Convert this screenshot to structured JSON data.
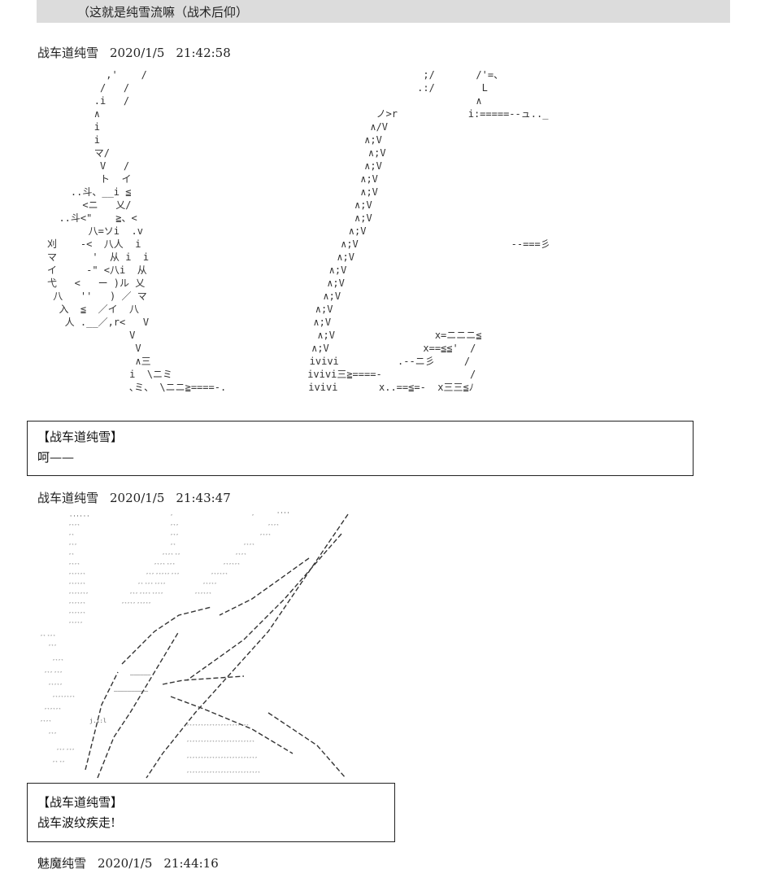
{
  "top_caption": "（这就是纯雪流嘛（战术后仰）",
  "posts": [
    {
      "author": "战车道纯雪",
      "date": "2020/1/5",
      "time": "21:42:58",
      "aa_lines": [
        "          ,'    /                                               ;/       /'=、",
        "         /   /                                                 .:/        L",
        "        .i   /                                                           ∧",
        "        ∧                                               ノ>r            i:=====--ュ.._",
        "        i                                              ∧/V",
        "        i                                             ∧;V",
        "        マ/                                            ∧;V",
        "         V   /                                        ∧;V",
        "         ト  イ                                       ∧;V",
        "    ..斗、__i ≦                                       ∧;V",
        "      <ニ   乂/                                      ∧;V",
        "  ..斗<\"    ≧、<                                     ∧;V",
        "       八=ソi  .v                                   ∧;V",
        "刈    -<  八人  i                                  ∧;V                          --===彡",
        "マ      '  从 i  i                                ∧;V",
        "イ     -\" <八i  从                               ∧;V",
        "弋   <   ー )ル 乂                               ∧;V",
        " 八   ''   ) ／ マ                              ∧;V",
        "  入  ≦  ／イ  八                              ∧;V",
        "   人 .__／,r<   V                            ∧;V",
        "              V                               ∧;V                 x=ニニニ≦",
        "               V                             ∧;V                x==≦≦'  /",
        "               ∧三                           ivivi          .--ニ彡     /",
        "              i  \\ニミ                       ivivi三≧====-               /",
        "              ､ミ、 \\ニニ≧====-.              ivivi       x..==≦=-  x三三≦ﾉ"
      ],
      "dialog": {
        "speaker": "【战车道纯雪】",
        "line": "呵——"
      }
    },
    {
      "author": "战车道纯雪",
      "date": "2020/1/5",
      "time": "21:43:47",
      "dialog": {
        "speaker": "【战车道纯雪】",
        "line": "战车波纹疾走!"
      }
    },
    {
      "author": "魅魔纯雪",
      "date": "2020/1/5",
      "time": "21:44:16"
    }
  ],
  "colors": {
    "top_bar_bg": "#dcdcdc",
    "text": "#111111",
    "border": "#222222"
  }
}
